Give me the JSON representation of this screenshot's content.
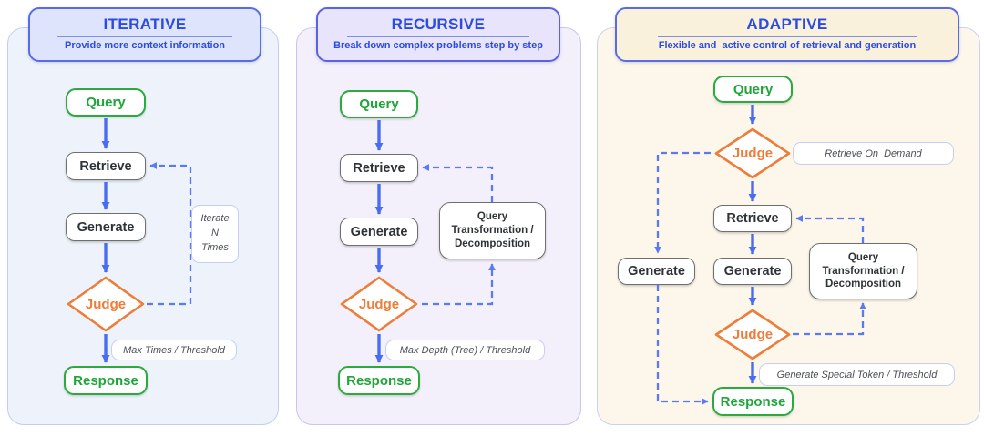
{
  "colors": {
    "title_blue": "#2c4be0",
    "node_green": "#1fa53a",
    "node_green_border": "#2bab3e",
    "node_gray_border": "#6f6f6f",
    "judge_orange": "#ed7d38",
    "arrow_blue": "#4a6cf0",
    "dashed_blue": "#5b7af0",
    "panel_iterative_bg": "#eef3fb",
    "panel_recursive_bg": "#f3f0fb",
    "panel_adaptive_bg": "#fdf6ea"
  },
  "panels": [
    {
      "title": "ITERATIVE",
      "subtitle": "Provide more context information",
      "nodes": {
        "query": "Query",
        "retrieve": "Retrieve",
        "generate": "Generate",
        "judge": "Judge",
        "response": "Response"
      },
      "annotations": {
        "loop_lines": [
          "Iterate",
          "N",
          "Times"
        ],
        "exit": "Max Times / Threshold"
      }
    },
    {
      "title": "RECURSIVE",
      "subtitle": "Break down complex problems step by step",
      "nodes": {
        "query": "Query",
        "retrieve": "Retrieve",
        "generate": "Generate",
        "judge": "Judge",
        "response": "Response",
        "transform_lines": [
          "Query",
          "Transformation /",
          "Decomposition"
        ]
      },
      "annotations": {
        "exit": "Max Depth (Tree) / Threshold"
      }
    },
    {
      "title": "ADAPTIVE",
      "subtitle": "Flexible and  active control of retrieval and generation",
      "nodes": {
        "query": "Query",
        "judge1": "Judge",
        "retrieve": "Retrieve",
        "generate_left": "Generate",
        "generate": "Generate",
        "judge2": "Judge",
        "response": "Response",
        "transform_lines": [
          "Query",
          "Transformation /",
          "Decomposition"
        ]
      },
      "annotations": {
        "on_demand": "Retrieve On  Demand",
        "exit": "Generate Special Token / Threshold"
      }
    }
  ]
}
